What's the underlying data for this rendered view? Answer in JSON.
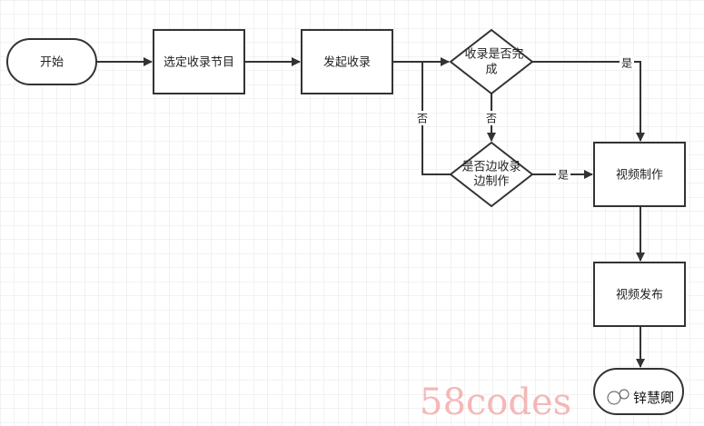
{
  "nodes": {
    "start": "开始",
    "select": "选定收录节目",
    "record": "发起收录",
    "done_q_line1": "收录是否完",
    "done_q_line2": "成",
    "parallel_q_line1": "是否边收录",
    "parallel_q_line2": "边制作",
    "produce": "视频制作",
    "publish": "视频发布"
  },
  "edges": {
    "done_yes": "是",
    "done_no": "否",
    "parallel_no": "否",
    "parallel_yes": "是"
  },
  "watermark": {
    "site": "58codes",
    "author": "锌慧卿"
  }
}
